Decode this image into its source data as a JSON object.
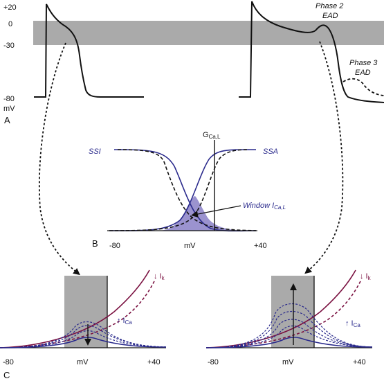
{
  "panel_a": {
    "label": "A",
    "y_ticks": [
      "+20",
      "0",
      "-30",
      "-80"
    ],
    "y_unit": "mV",
    "annot_phase2": [
      "Phase 2",
      "EAD"
    ],
    "annot_phase3": [
      "Phase 3",
      "EAD"
    ]
  },
  "panel_b": {
    "label": "B",
    "ssi_label": "SSI",
    "ssa_label": "SSA",
    "gcal_label": "G",
    "gcal_sub": "Ca,L",
    "window_label": "Window I",
    "window_sub": "Ca,L",
    "x_ticks": [
      "-80",
      "mV",
      "+40"
    ]
  },
  "panel_c": {
    "label": "C",
    "ik_label": "↓ I",
    "ik_sub": "k",
    "ica_label": "↑ I",
    "ica_sub": "Ca",
    "x_ticks": [
      "-80",
      "mV",
      "+40"
    ]
  },
  "colors": {
    "gray_band": "#aaaaaa",
    "window_fill": "#9b93cf",
    "blue_curve": "#2a2a8c",
    "red_curve": "#7a1040"
  }
}
